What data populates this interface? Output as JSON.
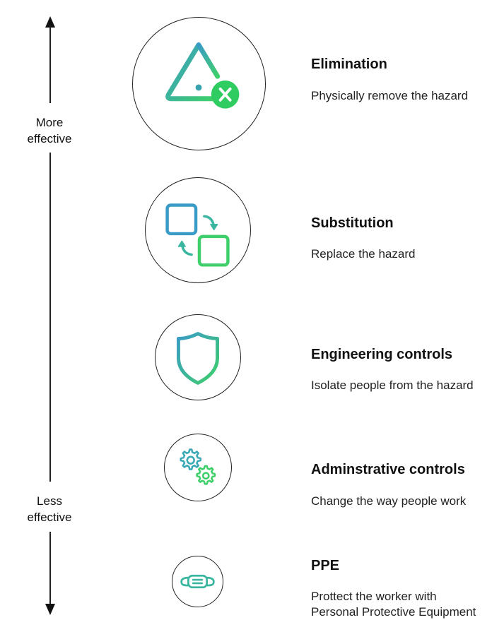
{
  "axis": {
    "top_label": [
      "More",
      "effective"
    ],
    "bottom_label": [
      "Less",
      "effective"
    ]
  },
  "levels": [
    {
      "title": "Elimination",
      "description": [
        "Physically remove the hazard"
      ],
      "icon": "hazard-warning-x-icon"
    },
    {
      "title": "Substitution",
      "description": [
        "Replace the hazard"
      ],
      "icon": "swap-squares-icon"
    },
    {
      "title": "Engineering controls",
      "description": [
        "Isolate people from the hazard"
      ],
      "icon": "shield-icon"
    },
    {
      "title": "Adminstrative controls",
      "description": [
        "Change the way people work"
      ],
      "icon": "gears-icon"
    },
    {
      "title": "PPE",
      "description": [
        "Prottect the worker with",
        "Personal Protective Equipment"
      ],
      "icon": "face-mask-icon"
    }
  ],
  "colors": {
    "gradient_start": "#3a9bc7",
    "gradient_end": "#3fcf6a",
    "badge_green": "#2fcc62",
    "outline": "#222222"
  }
}
